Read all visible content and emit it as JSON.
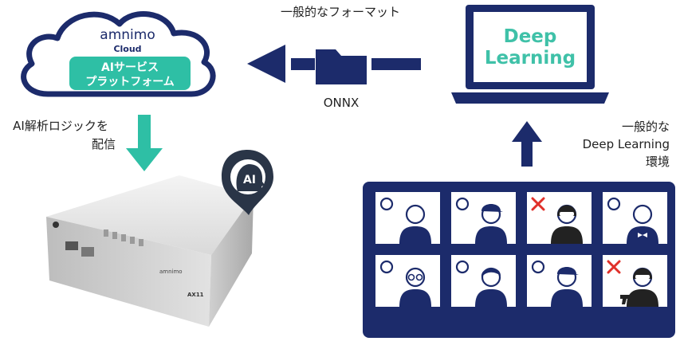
{
  "cloud": {
    "brand": "amnimo",
    "product": "Cloud",
    "platform_line1": "AIサービス",
    "platform_line2": "プラットフォーム"
  },
  "top_arrow_label": "一般的なフォーマット",
  "format_label": "ONNX",
  "laptop_screen_text_line1": "Deep",
  "laptop_screen_text_line2": "Learning",
  "env_label_line1": "一般的な",
  "env_label_line2": "Deep Learning",
  "env_label_line3": "環境",
  "deploy_label_line1": "AI解析ロジックを",
  "deploy_label_line2": "配信",
  "device_badge": "AI",
  "device_brand": "amnimo",
  "device_model": "AX11",
  "colors": {
    "navy": "#1c2b6b",
    "teal": "#2ebfa5",
    "laptop_text": "#3fc1a8",
    "red_x": "#e0302a"
  },
  "person_cards": [
    {
      "figure": "person-headset-icon",
      "status": "circle"
    },
    {
      "figure": "worker-cap-icon",
      "status": "circle"
    },
    {
      "figure": "masked-robber-icon",
      "status": "cross"
    },
    {
      "figure": "butler-bowtie-icon",
      "status": "circle"
    },
    {
      "figure": "person-glasses-tie-icon",
      "status": "circle"
    },
    {
      "figure": "woman-ponytail-icon",
      "status": "circle"
    },
    {
      "figure": "worker-cap-icon",
      "status": "circle"
    },
    {
      "figure": "armed-robber-icon",
      "status": "cross"
    }
  ]
}
